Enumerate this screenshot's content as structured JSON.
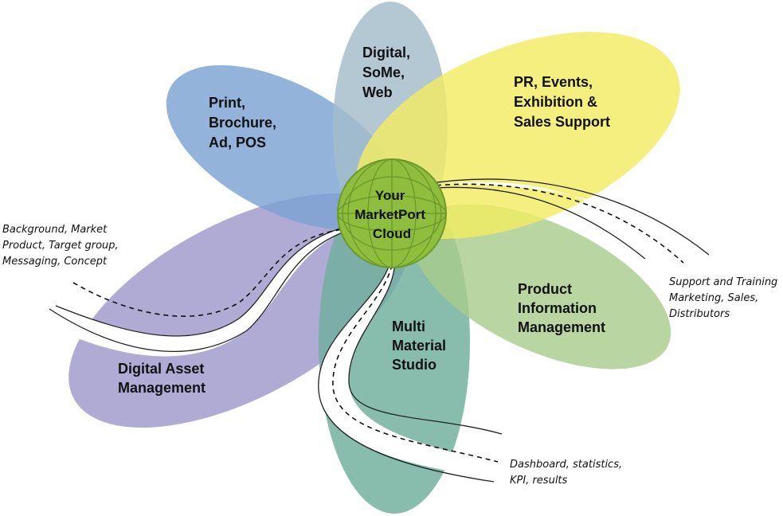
{
  "diagram": {
    "hub": {
      "lines": [
        "Your",
        "MarketPort",
        "Cloud"
      ],
      "color": "#8fbe3e"
    },
    "petals": [
      {
        "id": "print",
        "lines": [
          "Print,",
          "Brochure,",
          "Ad, POS"
        ],
        "color": "#7ba2d3"
      },
      {
        "id": "digital",
        "lines": [
          "Digital,",
          "SoMe,",
          "Web"
        ],
        "color": "#a4bccb"
      },
      {
        "id": "pr",
        "lines": [
          "PR, Events,",
          "Exhibition &",
          "Sales Support"
        ],
        "color": "#f1ec63"
      },
      {
        "id": "pim",
        "lines": [
          "Product",
          "Information",
          "Management"
        ],
        "color": "#a9cc8e"
      },
      {
        "id": "mms",
        "lines": [
          "Multi",
          "Material",
          "Studio"
        ],
        "color": "#6eae9c"
      },
      {
        "id": "dam",
        "lines": [
          "Digital Asset",
          "Management"
        ],
        "color": "#9e98ca"
      }
    ],
    "notes": [
      {
        "id": "input",
        "lines": [
          "Background, Market",
          "Product, Target group,",
          "Messaging, Concept"
        ]
      },
      {
        "id": "support",
        "lines": [
          "Support and Training",
          "Marketing, Sales,",
          "Distributors"
        ]
      },
      {
        "id": "dashboard",
        "lines": [
          "Dashboard, statistics,",
          "KPI, results"
        ]
      }
    ]
  }
}
